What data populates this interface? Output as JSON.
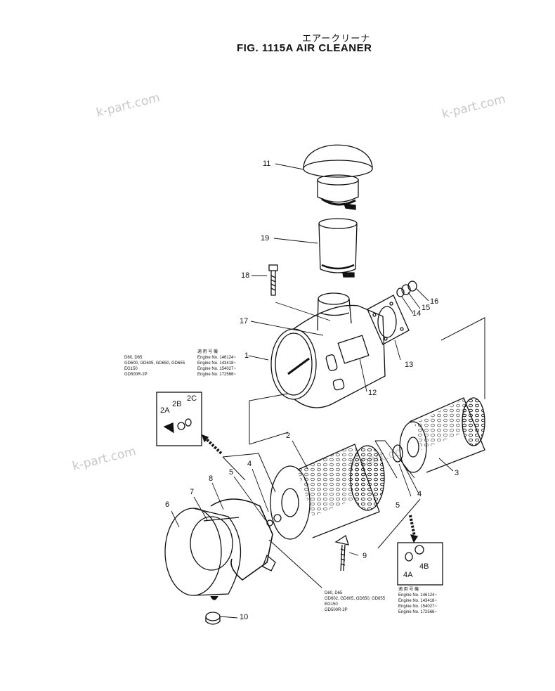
{
  "header": {
    "title_jp": "エアークリーナ",
    "title": "FIG. 1115A  AIR CLEANER"
  },
  "watermarks": [
    "k-part.com",
    "k-part.com",
    "k-part.com",
    "k-part.com"
  ],
  "callouts": [
    "11",
    "19",
    "18",
    "17",
    "1",
    "16",
    "15",
    "14",
    "13",
    "12",
    "2C",
    "2B",
    "2A",
    "2",
    "3",
    "4",
    "5",
    "4",
    "5",
    "6",
    "7",
    "8",
    "9",
    "10",
    "4A",
    "4B"
  ],
  "tables": {
    "left": {
      "header": "適 用 号 機",
      "models": [
        "D60, D65",
        "GD600, GD605, GD650, GD655",
        "EG150",
        "GD500R-2P"
      ],
      "engines": [
        "Engine No. 146124~",
        "Engine No. 143418~",
        "Engine No. 154027~",
        "Engine No. 172566~"
      ]
    },
    "right_models": [
      "D60, D65",
      "GD602, GD605, GD650, GD655",
      "EG150",
      "GD500R-2P"
    ],
    "right_engines": {
      "header": "適 用 号 機",
      "rows": [
        "Engine No. 146124~",
        "Engine No. 143418~",
        "Engine No. 154027~",
        "Engine No. 172566~"
      ]
    }
  }
}
